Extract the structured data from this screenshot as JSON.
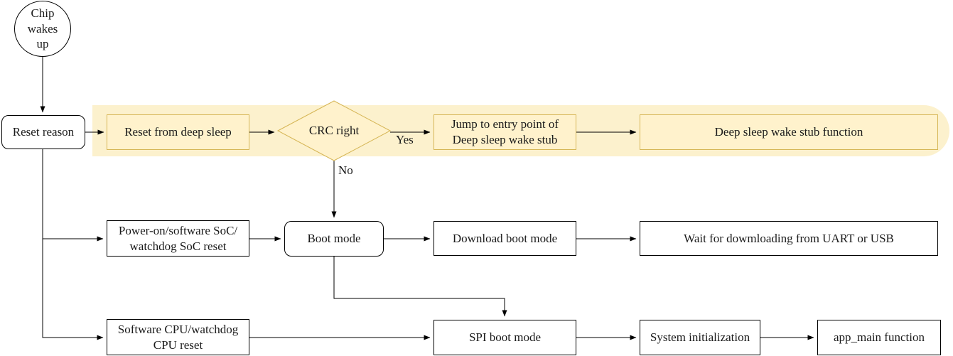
{
  "diagram": {
    "nodes": {
      "chip_wakes_up": "Chip\nwakes\nup",
      "reset_reason": "Reset reason",
      "reset_from_deep_sleep": "Reset from deep sleep",
      "crc_right": "CRC right",
      "jump_to_entry": "Jump to entry point of\nDeep sleep wake stub",
      "wake_stub_function": "Deep sleep wake stub function",
      "power_on_reset": "Power-on/software SoC/\nwatchdog SoC reset",
      "boot_mode": "Boot mode",
      "download_boot_mode": "Download boot mode",
      "wait_for_download": "Wait for dowmloading from UART or USB",
      "software_cpu_reset": "Software CPU/watchdog\nCPU reset",
      "spi_boot_mode": "SPI boot mode",
      "system_initialization": "System initialization",
      "app_main": "app_main function"
    },
    "edge_labels": {
      "yes": "Yes",
      "no": "No"
    },
    "colors": {
      "highlight_band_fill": "#fcf1cd",
      "highlight_node_fill": "#fff2cc",
      "highlight_node_stroke": "#d6b656",
      "node_fill": "#ffffff",
      "node_stroke": "#000000",
      "connector": "#000000",
      "text": "#1a1a1a"
    }
  }
}
